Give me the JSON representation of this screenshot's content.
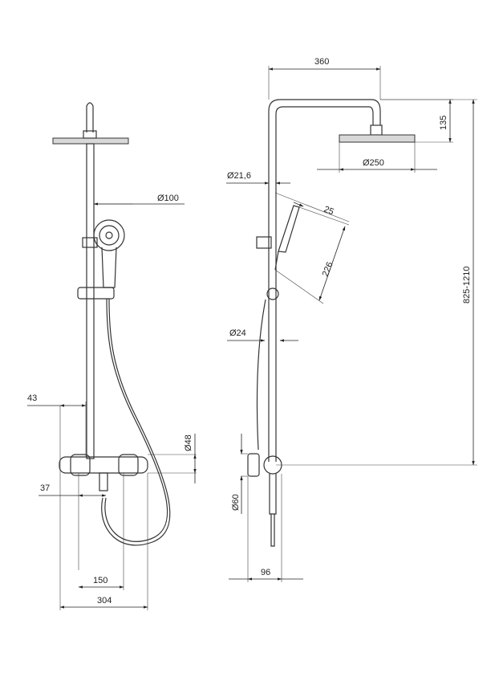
{
  "dimensions": {
    "d360": "360",
    "d135": "135",
    "d250": "Ø250",
    "d21_6": "Ø21,6",
    "d25": "25",
    "d226": "226",
    "d825": "825-1210",
    "d24": "Ø24",
    "d60": "Ø60",
    "d96": "96",
    "d100": "Ø100",
    "d43": "43",
    "d48": "Ø48",
    "d37": "37",
    "d150": "150",
    "d304": "304"
  }
}
